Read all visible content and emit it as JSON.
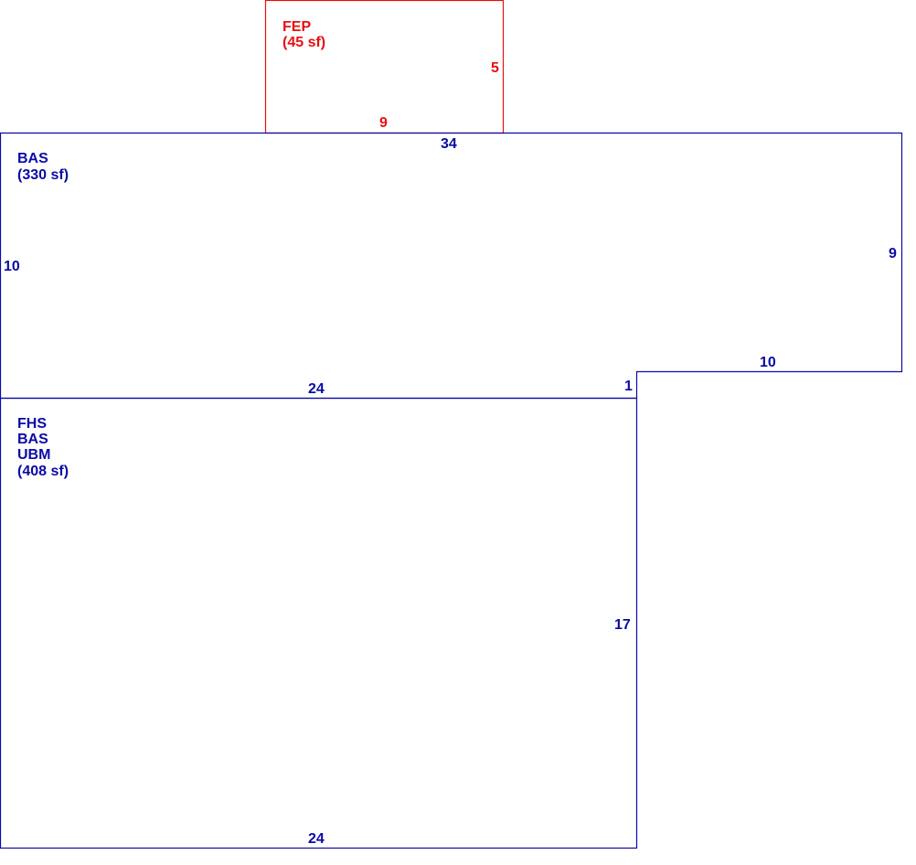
{
  "colors": {
    "main": "#0a0aa8",
    "porch": "#e81010"
  },
  "areas": {
    "fep": {
      "lines": [
        "FEP",
        "(45 sf)"
      ]
    },
    "bas": {
      "lines": [
        "BAS",
        "(330 sf)"
      ]
    },
    "lower": {
      "lines": [
        "FHS",
        "BAS",
        "UBM",
        "(408 sf)"
      ]
    }
  },
  "dimensions": {
    "fep_right": "5",
    "fep_bottom": "9",
    "bas_top": "34",
    "bas_left": "10",
    "bas_right": "9",
    "bas_step_bottom": "10",
    "bas_step_riser": "1",
    "bas_bottom": "24",
    "lower_right": "17",
    "lower_bottom": "24"
  }
}
